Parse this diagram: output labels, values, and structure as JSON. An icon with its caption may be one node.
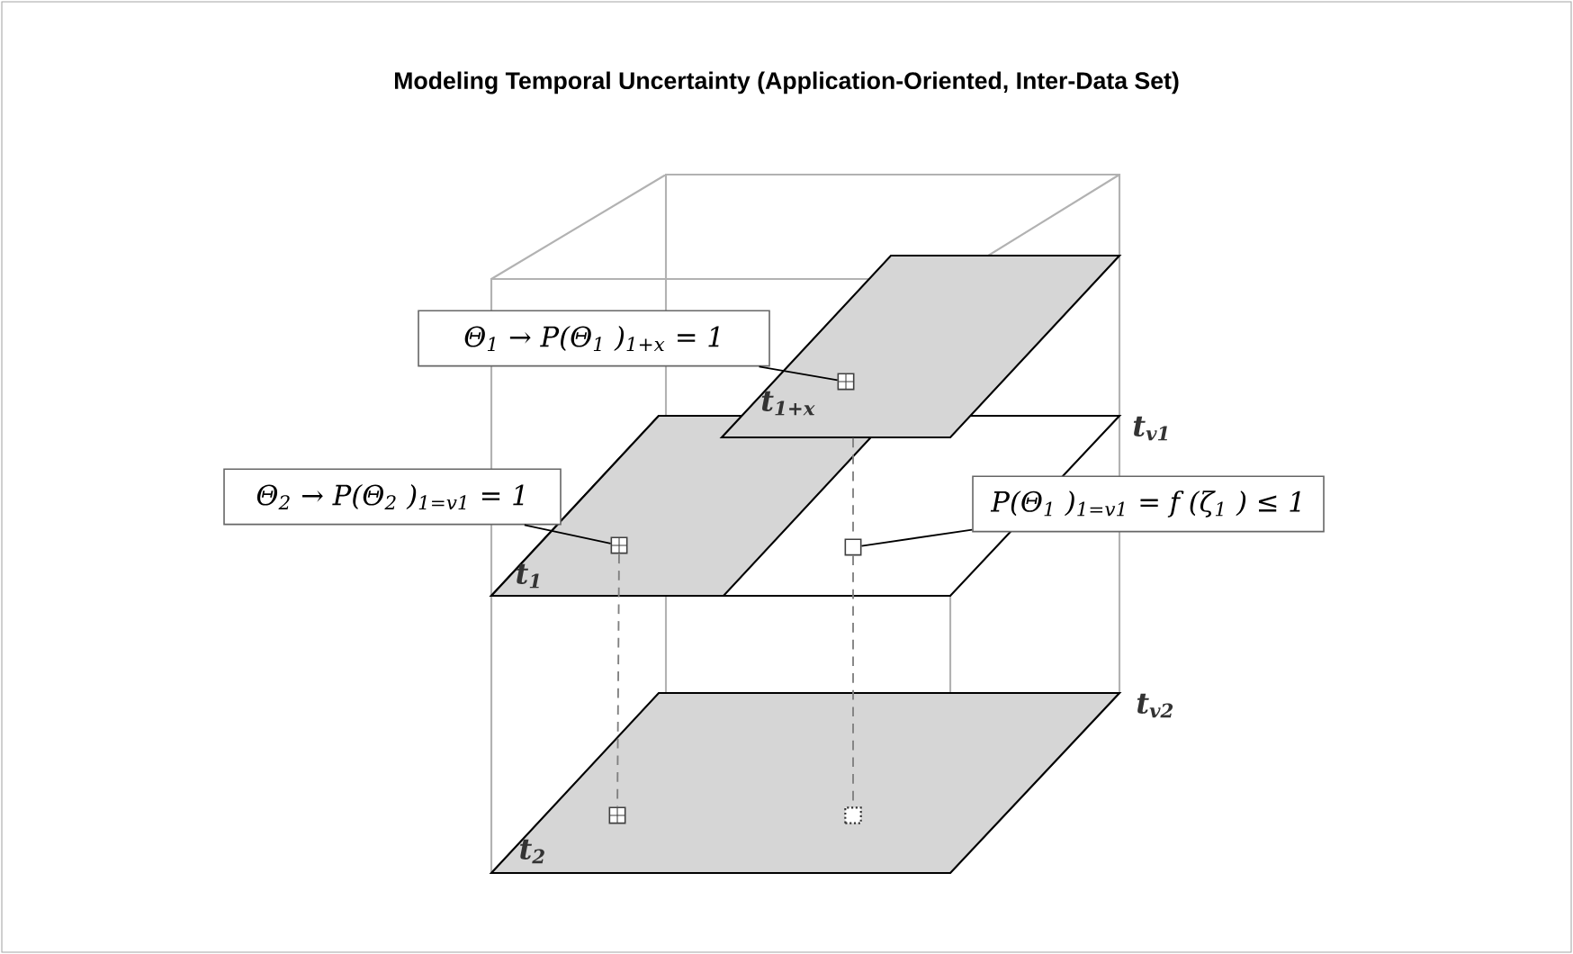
{
  "diagram": {
    "title": "Modeling Temporal Uncertainty (Application-Oriented, Inter-Data Set)",
    "nodes": [
      {
        "text": [
          "t$_{1+x}$"
        ]
      },
      {
        "text": [
          "t$_{v1}$"
        ]
      },
      {
        "text": [
          "t$_{1}$"
        ],
        "in": 1
      },
      {
        "text": [
          "t$_{2}$"
        ],
        "beside": [
          "t$_{v2}$"
        ]
      },
      {
        "text": [
          "Θ$_{2}$ → P(Θ$_{2}$ )$_{1=v1}$ = 1"
        ]
      },
      {
        "text": [
          "Θ$_{1}$ → P(Θ$_{1}$ )$_{1+x}$ = 1"
        ]
      },
      {
        "text": [
          "P(Θ$_{1}$ )$_{1=v1}$ = f (ζ$_{1}$ ) ≤ 1"
        ]
      },
      {
        "text": [],
        "shape": "box",
        "in": 0
      },
      {
        "text": [],
        "shape": "box",
        "in": 2
      },
      {
        "text": [],
        "shape": "box",
        "in": 1
      },
      {
        "text": [],
        "shape": "box",
        "in": 3
      },
      {
        "text": [],
        "shape": "box",
        "in": 3
      }
    ],
    "edges": [
      {
        "from": 5,
        "to": 7,
        "arrow": "none"
      },
      {
        "from": 4,
        "to": 8,
        "arrow": "none"
      },
      {
        "from": 6,
        "to": 9,
        "arrow": "none"
      },
      {
        "from": 0,
        "to": 9,
        "arrow": "none",
        "style": "dashed",
        "color": "#808080"
      },
      {
        "from": 8,
        "to": 10,
        "arrow": "none",
        "style": "dashed",
        "color": "#808080"
      },
      {
        "from": 9,
        "to": 11,
        "arrow": "none",
        "style": "dashed",
        "color": "#808080"
      }
    ]
  }
}
